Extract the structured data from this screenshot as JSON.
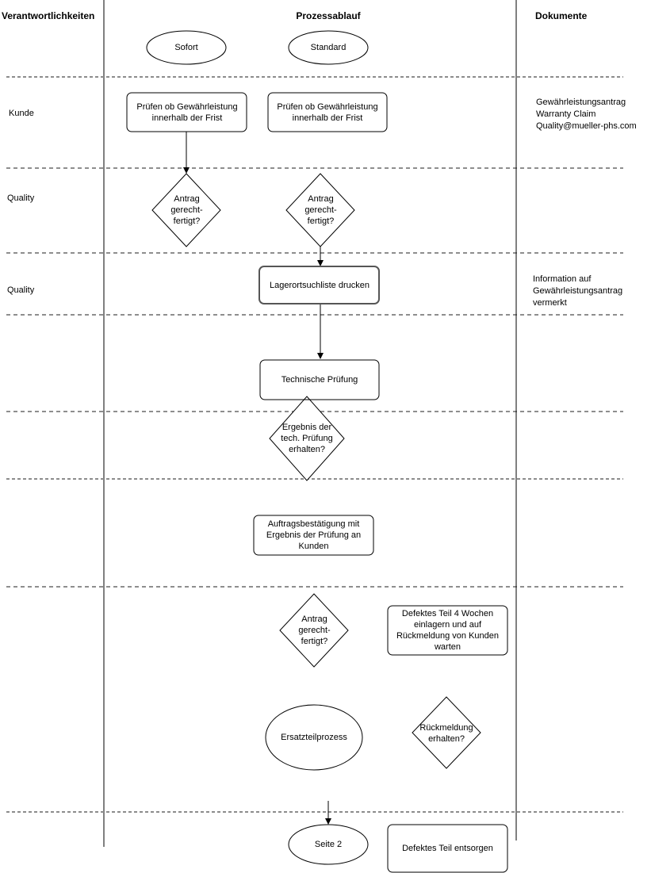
{
  "header": {
    "responsibilities": "Verantwortlichkeiten",
    "process": "Prozessablauf",
    "documents": "Dokumente"
  },
  "lanes": {
    "lane1": "Kunde",
    "lane2": "Quality",
    "lane3": "Quality"
  },
  "documents": {
    "doc1_line1": "Gewährleistungsantrag",
    "doc1_line2": "Warranty Claim",
    "doc1_line3": "Quality@mueller-phs.com",
    "doc2_line1": "Information auf",
    "doc2_line2": "Gewährleistungsantrag",
    "doc2_line3": "vermerkt"
  },
  "nodes": {
    "start_sofort": "Sofort",
    "start_standard": "Standard",
    "check_warranty_sofort": "Prüfen ob Gewährleistung innerhalb der Frist",
    "check_warranty_standard": "Prüfen ob Gewährleistung innerhalb der Frist",
    "justified_sofort": "Antrag gerecht- fertigt?",
    "justified_standard": "Antrag gerecht- fertigt?",
    "print_storage_list": "Lagerortsuchliste drucken",
    "technical_check": "Technische Prüfung",
    "result_received": "Ergebnis der tech. Prüfung erhalten?",
    "order_confirmation": "Auftragsbestätigung mit Ergebnis der Prüfung an Kunden",
    "justified_final": "Antrag gerecht- fertigt?",
    "store_defective_part": "Defektes Teil 4 Wochen einlagern und auf Rückmeldung von Kunden warten",
    "spare_part_process": "Ersatzteilprozess",
    "feedback_received": "Rückmeldung erhalten?",
    "page_2": "Seite 2",
    "dispose_part": "Defektes Teil entsorgen"
  },
  "colors": {
    "stroke": "#000000",
    "gray_divider": "#8c8c8c",
    "black_divider": "#1c1c1c",
    "highlight_box_border": "#565656"
  }
}
